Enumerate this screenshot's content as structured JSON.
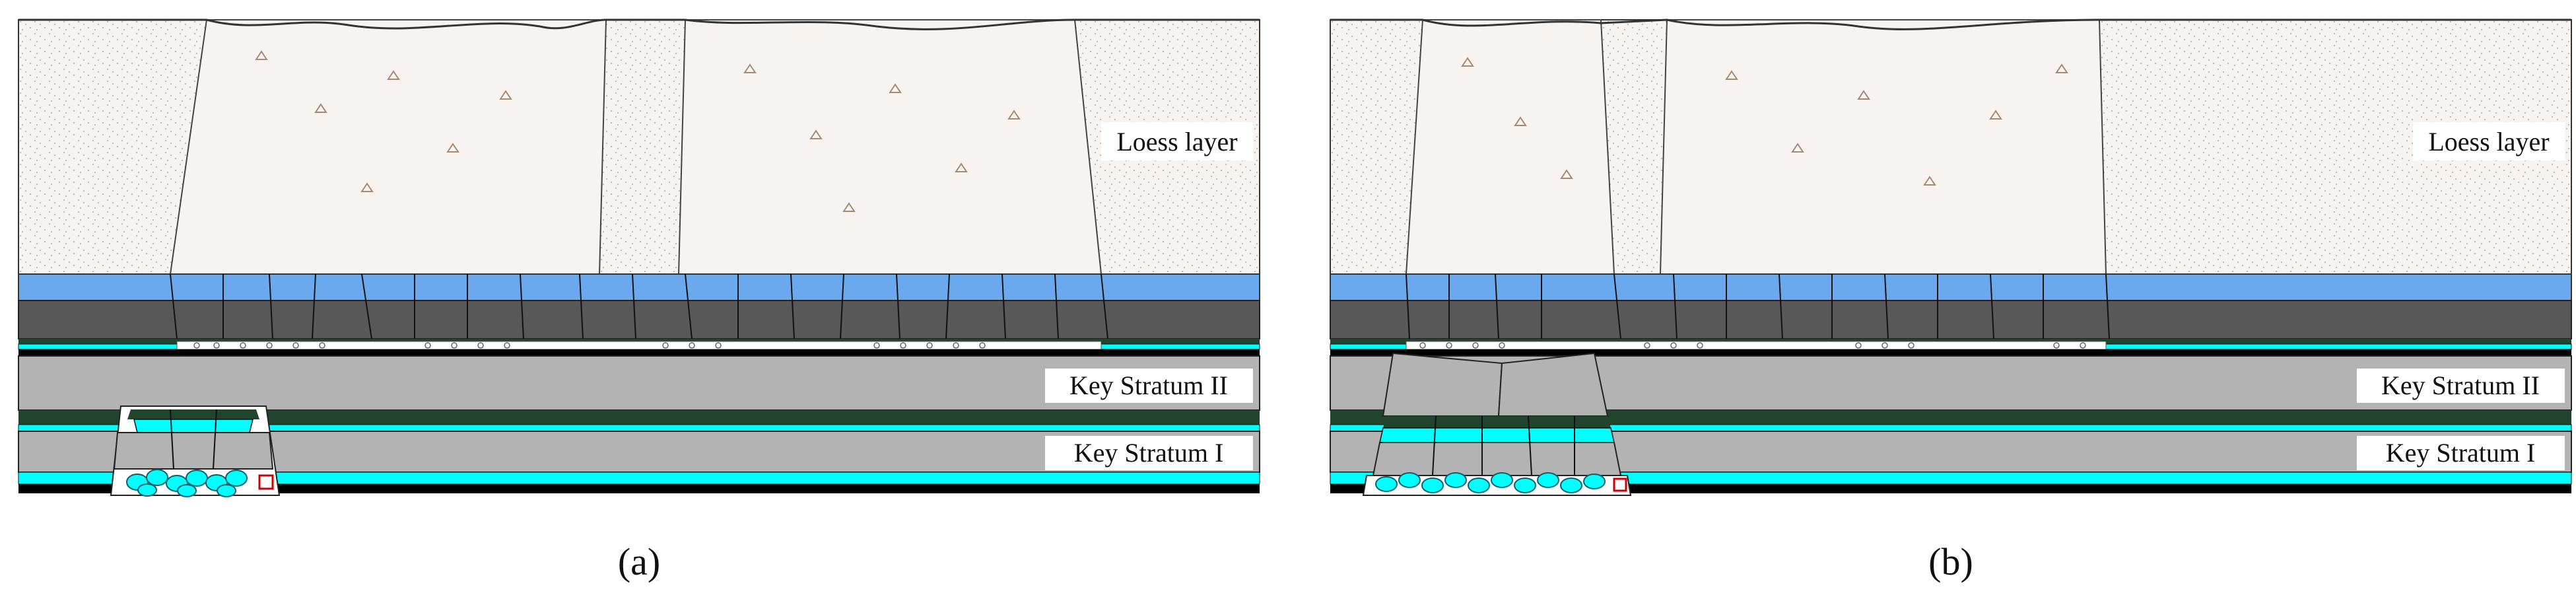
{
  "panels": [
    {
      "caption": "(a)",
      "labels": {
        "loess": "Loess layer",
        "key2": "Key Stratum II",
        "key1": "Key Stratum I"
      }
    },
    {
      "caption": "(b)",
      "labels": {
        "loess": "Loess layer",
        "key2": "Key Stratum II",
        "key1": "Key Stratum I"
      }
    }
  ],
  "colors": {
    "loess_fill": "#f6f3f0",
    "loess_dots": "#c9bcb0",
    "blue_layer": "#6aa9ee",
    "dark_layer": "#585858",
    "key_stratum": "#b3b3b3",
    "dark_green": "#21452c",
    "cyan": "#00ffff",
    "black": "#000000",
    "outline": "#1a1a1a"
  }
}
